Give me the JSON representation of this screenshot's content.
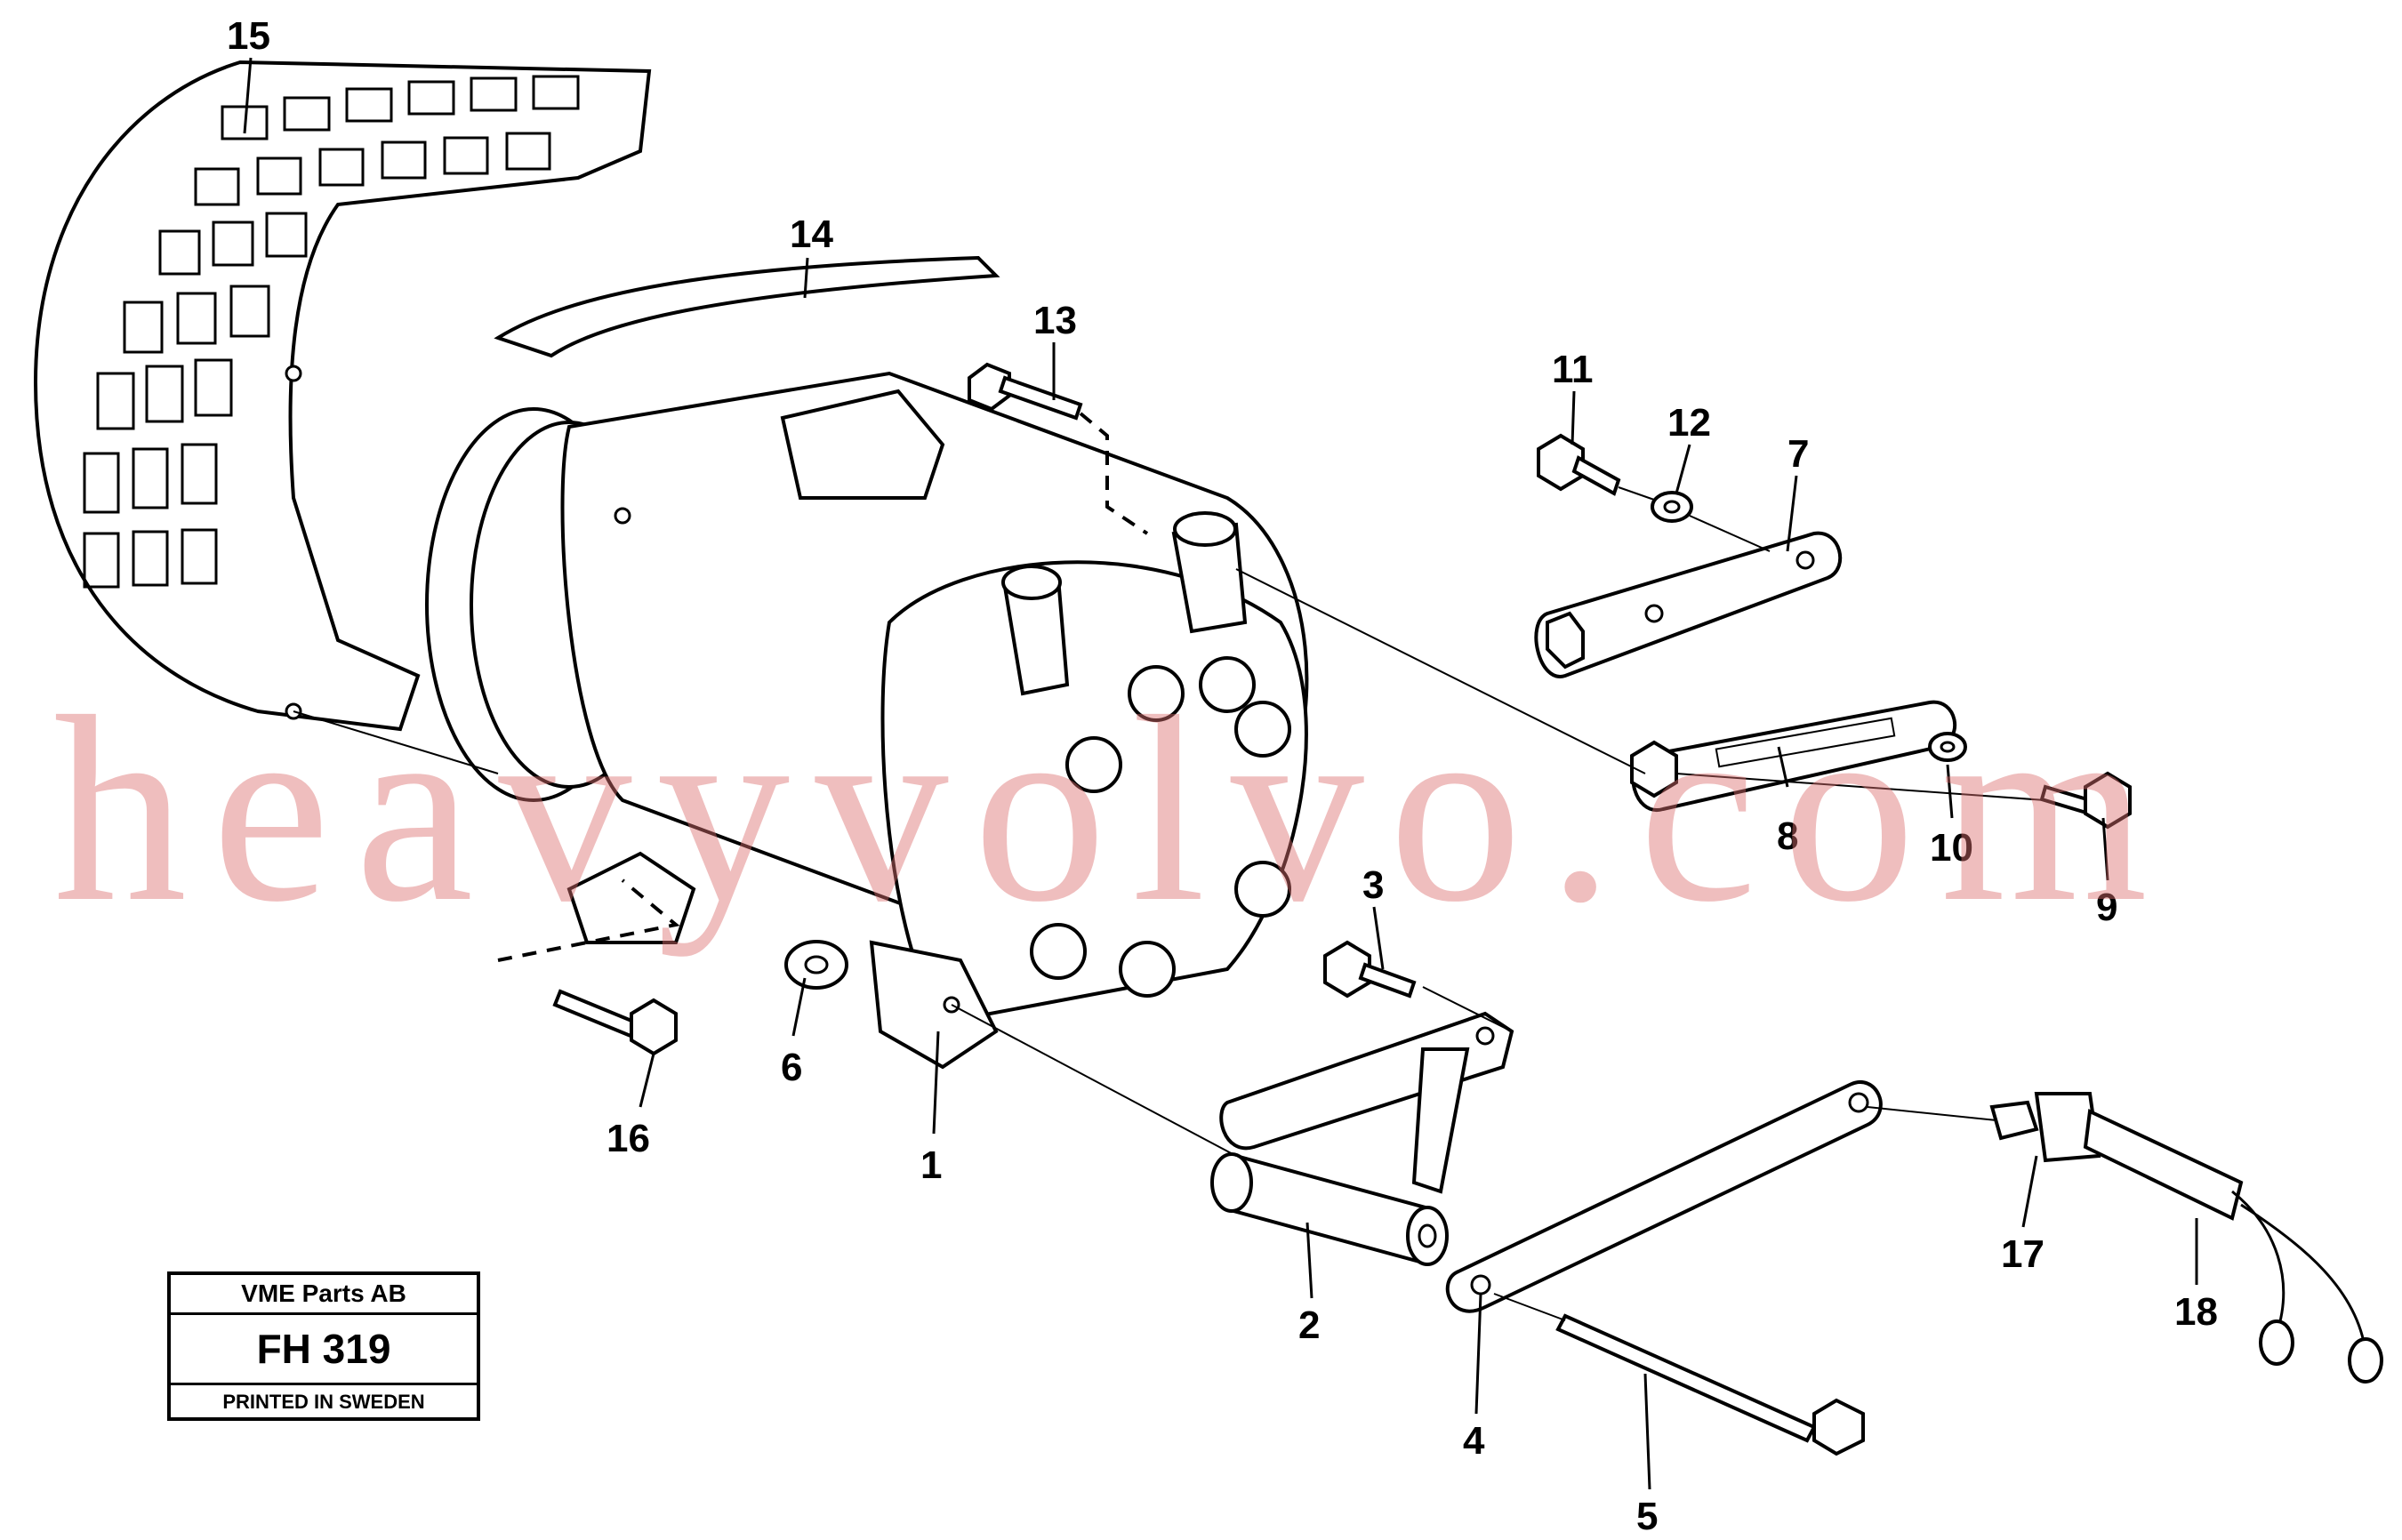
{
  "callouts": [
    {
      "id": "1",
      "label": "1"
    },
    {
      "id": "2",
      "label": "2"
    },
    {
      "id": "3",
      "label": "3"
    },
    {
      "id": "4",
      "label": "4"
    },
    {
      "id": "5",
      "label": "5"
    },
    {
      "id": "6",
      "label": "6"
    },
    {
      "id": "7",
      "label": "7"
    },
    {
      "id": "8",
      "label": "8"
    },
    {
      "id": "9",
      "label": "9"
    },
    {
      "id": "10",
      "label": "10"
    },
    {
      "id": "11",
      "label": "11"
    },
    {
      "id": "12",
      "label": "12"
    },
    {
      "id": "13",
      "label": "13"
    },
    {
      "id": "14",
      "label": "14"
    },
    {
      "id": "15",
      "label": "15"
    },
    {
      "id": "16",
      "label": "16"
    },
    {
      "id": "17",
      "label": "17"
    },
    {
      "id": "18",
      "label": "18"
    }
  ],
  "stamp": {
    "company": "VME Parts AB",
    "code": "FH 319",
    "printed": "PRINTED IN SWEDEN"
  },
  "watermark": "heavyvolvo.com",
  "colors": {
    "line": "#000000",
    "background": "#ffffff",
    "watermark": "#dc6e6e"
  }
}
